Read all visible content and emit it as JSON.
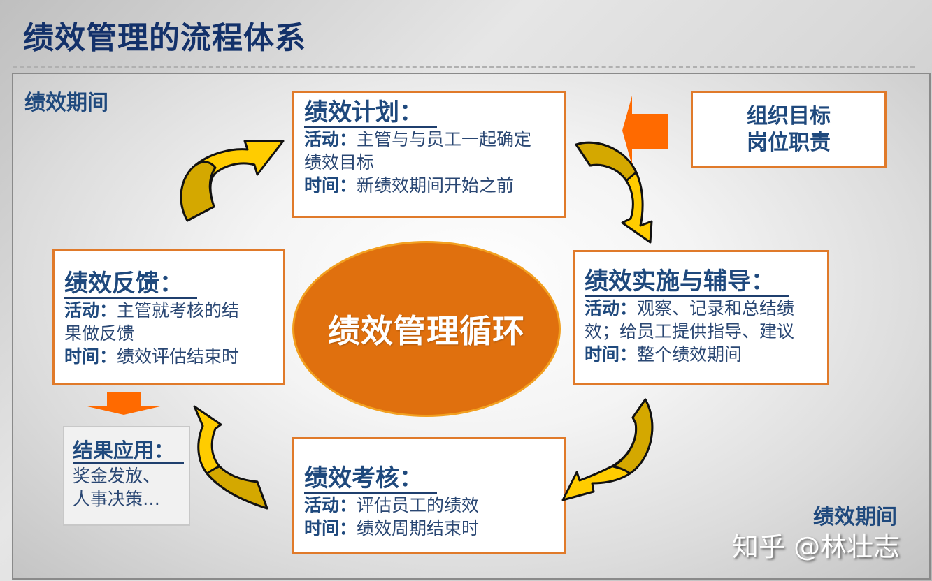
{
  "title": "绩效管理的流程体系",
  "period_labels": {
    "top_left": "绩效期间",
    "bottom_right": "绩效期间"
  },
  "center": {
    "label": "绩效管理循环",
    "color": "#e0700e"
  },
  "stages": {
    "plan": {
      "heading": "绩效计划：",
      "activity_label": "活动：",
      "activity_text_1": "主管与与员工一起确定",
      "activity_text_2": "绩效目标",
      "time_label": "时间：",
      "time_text": "新绩效期间开始之前"
    },
    "implement": {
      "heading": "绩效实施与辅导：",
      "activity_label": "活动：",
      "activity_text_1": "观察、记录和总结绩",
      "activity_text_2": "效；给员工提供指导、建议",
      "time_label": "时间：",
      "time_text": "整个绩效期间"
    },
    "assess": {
      "heading": "绩效考核：",
      "activity_label": "活动：",
      "activity_text_1": "评估员工的绩效",
      "time_label": "时间：",
      "time_text": "绩效周期结束时"
    },
    "feedback": {
      "heading": "绩效反馈：",
      "activity_label": "活动：",
      "activity_text_1": "主管就考核的结",
      "activity_text_2": "果做反馈",
      "time_label": "时间：",
      "time_text": "绩效评估结束时"
    }
  },
  "inputs": {
    "line1": "组织目标",
    "line2": "岗位职责"
  },
  "result_application": {
    "heading": "结果应用：",
    "line1": "奖金发放、",
    "line2": "人事决策…"
  },
  "watermark": "知乎 @林壮志",
  "colors": {
    "title": "#13316a",
    "box_border": "#e07a2a",
    "block_arrow": "#ff6a00",
    "curved_arrow_light": "#ffcc00",
    "curved_arrow_dark": "#d4a800"
  }
}
